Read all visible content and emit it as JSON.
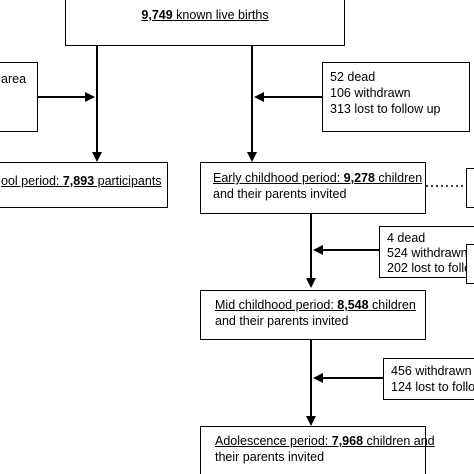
{
  "nodes": {
    "births": {
      "number": "9,749",
      "text": " known live births"
    },
    "area_box": {
      "text": "area"
    },
    "exclusion1": {
      "lines": [
        "52 dead",
        "106 withdrawn",
        "313 lost to follow up"
      ]
    },
    "school": {
      "prefix": "ool period: ",
      "number": "7,893",
      "suffix": " participants"
    },
    "early": {
      "prefix": "Early childhood period: ",
      "number": "9,278",
      "suffix": " children",
      "line2": "and their parents invited"
    },
    "exclusion2": {
      "lines": [
        "4 dead",
        "524 withdrawn",
        "202 lost to follow"
      ]
    },
    "mid": {
      "prefix": "Mid childhood period: ",
      "number": "8,548",
      "suffix": " children",
      "line2": "and their parents invited"
    },
    "exclusion3": {
      "lines": [
        "456 withdrawn",
        "124 lost to follow"
      ]
    },
    "adolescence": {
      "prefix": "Adolescence period: ",
      "number": "7,968",
      "suffix": " children and",
      "line2": "their parents invited"
    }
  },
  "colors": {
    "stroke": "#000000",
    "background": "#ffffff"
  }
}
